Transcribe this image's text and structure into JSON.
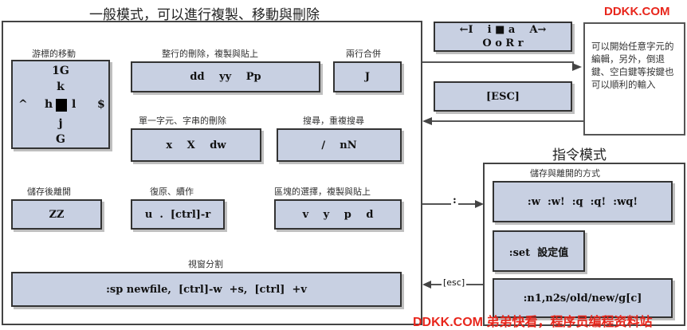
{
  "normal_mode": {
    "title": "一般模式，可以進行複製、移動與刪除",
    "cursor_label": "游標的移動",
    "cursor_up2": "1G",
    "cursor_up1": "k",
    "cursor_left_far": "^",
    "cursor_left": "h",
    "cursor_right": "l",
    "cursor_right_far": "$",
    "cursor_down1": "j",
    "cursor_down2": "G",
    "line_label": "整行的刪除，複製與貼上",
    "line_cmds": "dd  yy  Pp",
    "join_label": "兩行合併",
    "join_cmd": "J",
    "char_label": "單一字元、字串的刪除",
    "char_cmds": "x  X  dw",
    "search_label": "搜尋，重複搜尋",
    "search_cmds": "/    nN",
    "save_label": "儲存後離開",
    "save_cmd": "ZZ",
    "undo_label": "復原、續作",
    "undo_cmds": "u  .  [ctrl]-r",
    "block_label": "區塊的選擇，複製與貼上",
    "block_cmds": "v  y  p  d",
    "split_label": "視窗分割",
    "split_cmd": ":sp newfile,  [ctrl]-w  +s,  [ctrl]  +v"
  },
  "insert_mode": {
    "keys_row1": "←I    i ■ a    A→",
    "keys_row2": "O o R r",
    "esc_key": "[ESC]",
    "description": "可以開始任意字元的編輯，另外，倒退鍵、空白鍵等按鍵也可以順利的輸入"
  },
  "command_mode": {
    "title": "指令模式",
    "save_label": "儲存與離開的方式",
    "save_cmds": ":w  :w!  :q  :q!  :wq!",
    "set_cmd": ":set  設定值",
    "subst_cmd": ":n1,n2s/old/new/g[c]",
    "colon_arrow": ":",
    "esc_arrow": "[esc]"
  },
  "watermark": {
    "top": "DDKK.COM",
    "bottom": "DDKK.COM 弟弟快看，程序员编程资料站"
  }
}
